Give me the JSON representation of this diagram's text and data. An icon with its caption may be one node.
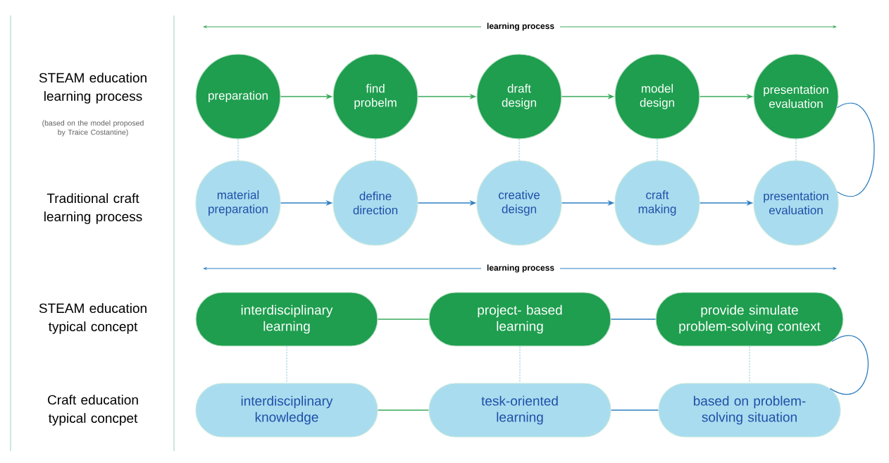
{
  "diagram": {
    "nodes": [
      {
        "text": [
          "preparation"
        ]
      },
      {
        "text": [
          "find probelm"
        ]
      },
      {
        "text": [
          "draft design"
        ]
      },
      {
        "text": [
          "model design"
        ]
      },
      {
        "text": [
          "presentation evaluation"
        ]
      },
      {
        "text": [
          "material preparation"
        ]
      },
      {
        "text": [
          "define direction"
        ]
      },
      {
        "text": [
          "creative deisgn"
        ]
      },
      {
        "text": [
          "craft making"
        ]
      },
      {
        "text": [
          "presentation evaluation"
        ]
      },
      {
        "text": [
          "interdisciplinary learning"
        ]
      },
      {
        "text": [
          "project- based learning"
        ]
      },
      {
        "text": [
          "provide simulate problem-solving context"
        ]
      },
      {
        "text": [
          "interdisciplinary knowledge"
        ]
      },
      {
        "text": [
          "tesk-oriented learning"
        ]
      },
      {
        "text": [
          "based on problem- solving situation"
        ]
      }
    ],
    "edges": [
      {
        "from": 0,
        "to": 1,
        "arrow": "to",
        "color": "#3aa85a"
      },
      {
        "from": 1,
        "to": 2,
        "arrow": "to",
        "color": "#3aa85a"
      },
      {
        "from": 2,
        "to": 3,
        "arrow": "to",
        "color": "#3aa85a"
      },
      {
        "from": 3,
        "to": 4,
        "arrow": "to",
        "color": "#3aa85a"
      },
      {
        "from": 5,
        "to": 6,
        "arrow": "to"
      },
      {
        "from": 6,
        "to": 7,
        "arrow": "to"
      },
      {
        "from": 7,
        "to": 8,
        "arrow": "to"
      },
      {
        "from": 8,
        "to": 9,
        "arrow": "to"
      },
      {
        "from": 0,
        "to": 5,
        "arrow": "none",
        "style": "dashed",
        "color": "#9ccfe0"
      },
      {
        "from": 1,
        "to": 6,
        "arrow": "none",
        "style": "dashed",
        "color": "#9ccfe0"
      },
      {
        "from": 2,
        "to": 7,
        "arrow": "none",
        "style": "dashed",
        "color": "#9ccfe0"
      },
      {
        "from": 3,
        "to": 8,
        "arrow": "none",
        "style": "dashed",
        "color": "#9ccfe0"
      },
      {
        "from": 4,
        "to": 9,
        "arrow": "none",
        "style": "dashed",
        "color": "#9ccfe0"
      },
      {
        "from": 4,
        "to": 9,
        "arrow": "none"
      },
      {
        "from": 10,
        "to": 11,
        "arrow": "none",
        "color": "#3aa85a"
      },
      {
        "from": 11,
        "to": 12,
        "arrow": "none"
      },
      {
        "from": 13,
        "to": 14,
        "arrow": "none",
        "color": "#3aa85a"
      },
      {
        "from": 14,
        "to": 15,
        "arrow": "none"
      },
      {
        "from": 10,
        "to": 13,
        "arrow": "none",
        "style": "dashed",
        "color": "#9ccfe0"
      },
      {
        "from": 11,
        "to": 14,
        "arrow": "none",
        "style": "dashed",
        "color": "#9ccfe0"
      },
      {
        "from": 12,
        "to": 15,
        "arrow": "none",
        "style": "dashed",
        "color": "#9ccfe0"
      },
      {
        "from": 12,
        "to": 15,
        "arrow": "none"
      }
    ],
    "labels": [
      "learning process",
      "STEAM education learning process",
      "(based on the model proposed by Traice Costantine)",
      "Traditional craft learning process",
      "learning process",
      "STEAM education typical concept",
      "Craft education typical concpet"
    ]
  }
}
